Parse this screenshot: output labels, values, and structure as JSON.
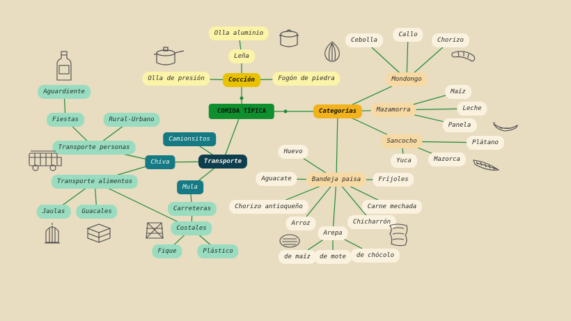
{
  "root": {
    "label": "COMIDA TÍPICA"
  },
  "hubs": {
    "coccion": {
      "label": "Cocción"
    },
    "categorias": {
      "label": "Categorías"
    },
    "transporte": {
      "label": "Transporte"
    }
  },
  "coccion_items": [
    "Olla aluminio",
    "Leña",
    "Olla de presión",
    "Fogón de piedra"
  ],
  "categorias": {
    "mondongo": {
      "label": "Mondongo",
      "items": [
        "Cebolla",
        "Callo",
        "Chorizo"
      ]
    },
    "mazamorra": {
      "label": "Mazamorra",
      "items": [
        "Maíz",
        "Leche",
        "Panela"
      ]
    },
    "sancocho": {
      "label": "Sancocho",
      "items": [
        "Plátano",
        "Yuca",
        "Mazorca"
      ]
    },
    "bandeja": {
      "label": "Bandeja paisa",
      "items": [
        "Huevo",
        "Aguacate",
        "Fríjoles",
        "Chorizo antioqueño",
        "Carne mechada",
        "Arroz",
        "Chicharrón"
      ]
    },
    "arepa": {
      "label": "Arepa",
      "items": [
        "de maíz",
        "de mote",
        "de chócolo"
      ]
    }
  },
  "transporte": {
    "camionsitos": {
      "label": "Camionsitos"
    },
    "chiva": {
      "label": "Chiva"
    },
    "mula": {
      "label": "Mula"
    },
    "transporte_personas": {
      "label": "Transporte personas"
    },
    "transporte_alimentos": {
      "label": "Transporte alimentos"
    },
    "fiestas": {
      "label": "Fiestas"
    },
    "aguardiente": {
      "label": "Aguardiente"
    },
    "rural_urbano": {
      "label": "Rural-Urbano"
    },
    "jaulas": {
      "label": "Jaulas"
    },
    "guacales": {
      "label": "Guacales"
    },
    "carreteras": {
      "label": "Carreteras"
    },
    "costales": {
      "label": "Costales"
    },
    "fique": {
      "label": "Fique"
    },
    "plastico": {
      "label": "Plástico"
    }
  },
  "colors": {
    "background": "#e8dcc1",
    "line": "#1d8a35",
    "root": "#0f8f2e",
    "coccion": "#e8c200",
    "categorias": "#f2b21c",
    "transporte": "#0e3e4e",
    "teal": "#167a84",
    "mint": "#99dcc0",
    "peach": "#f7d9a4",
    "pale_yellow": "#fbf3a7",
    "cream": "#faf2df"
  },
  "illustrations": [
    "pot-icon",
    "pressure-cooker-icon",
    "onion-icon",
    "chorizo-icon",
    "plantain-icon",
    "corn-cob-icon",
    "pork-rind-icon",
    "arepa-icon",
    "bottle-icon",
    "chiva-bus-icon",
    "birdcage-icon",
    "crate-icon",
    "sack-icon"
  ]
}
